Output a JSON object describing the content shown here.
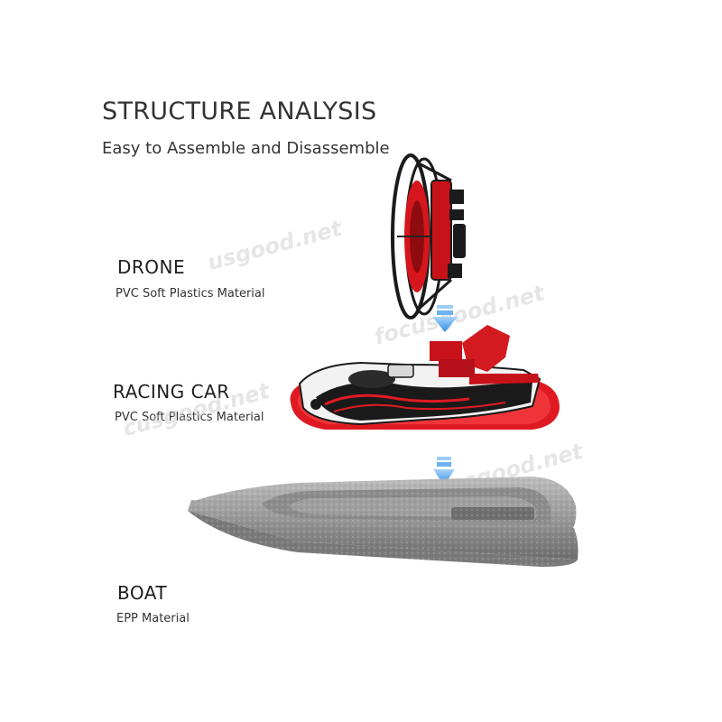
{
  "header": {
    "title": "STRUCTURE ANALYSIS",
    "subtitle": "Easy to Assemble and Disassemble"
  },
  "sections": [
    {
      "name": "DRONE",
      "material": "PVC Soft Plastics Material"
    },
    {
      "name": "RACING CAR",
      "material": "PVC Soft Plastics Material"
    },
    {
      "name": "BOAT",
      "material": "EPP Material"
    }
  ],
  "watermarks": [
    "usgood.net",
    "focusgood.net",
    "cusgood.net",
    "usgood.net"
  ],
  "colors": {
    "drone_red": "#d5161c",
    "car_red": "#e01a22",
    "boat_gray": "#9a9a9a",
    "arrow_blue": "#3d9ae8"
  }
}
